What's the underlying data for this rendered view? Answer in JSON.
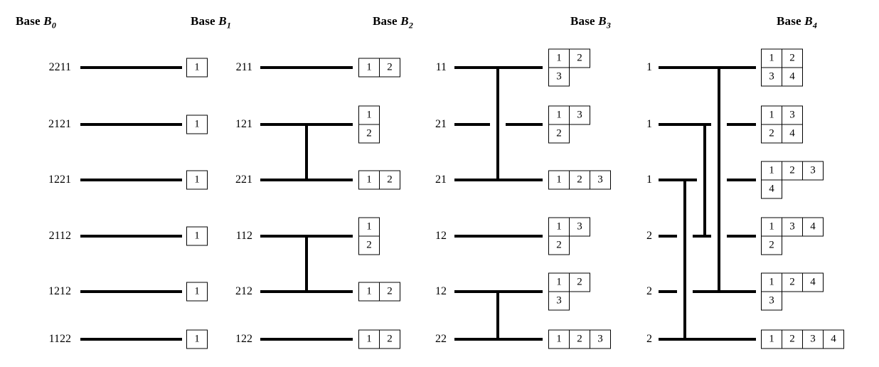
{
  "figure": {
    "type": "bratteli-diagram",
    "title": "",
    "background": "#ffffff",
    "line_color": "#000000",
    "columns": [
      {
        "id": "B0",
        "header_prefix": "Base",
        "header_var": "B",
        "header_sub": "0"
      },
      {
        "id": "B1",
        "header_prefix": "Base",
        "header_var": "B",
        "header_sub": "1"
      },
      {
        "id": "B2",
        "header_prefix": "Base",
        "header_var": "B",
        "header_sub": "2"
      },
      {
        "id": "B3",
        "header_prefix": "Base",
        "header_var": "B",
        "header_sub": "3"
      },
      {
        "id": "B4",
        "header_prefix": "Base",
        "header_var": "B",
        "header_sub": "4"
      }
    ]
  },
  "rows": {
    "count": 6,
    "y": [
      95,
      175,
      253,
      332,
      410,
      477
    ]
  },
  "columns_data": [
    {
      "id": "B0",
      "labels": [
        "2211",
        "2121",
        "1221",
        "2112",
        "1212",
        "1122"
      ],
      "tableaux": [
        {
          "rows": [
            [
              "1"
            ]
          ]
        },
        {
          "rows": [
            [
              "1"
            ]
          ]
        },
        {
          "rows": [
            [
              "1"
            ]
          ]
        },
        {
          "rows": [
            [
              "1"
            ]
          ]
        },
        {
          "rows": [
            [
              "1"
            ]
          ]
        },
        {
          "rows": [
            [
              "1"
            ]
          ]
        }
      ],
      "verticals": []
    },
    {
      "id": "B1",
      "labels": [
        "211",
        "121",
        "221",
        "112",
        "212",
        "122"
      ],
      "tableaux": [
        {
          "rows": [
            [
              "1",
              "2"
            ]
          ]
        },
        {
          "rows": [
            [
              "1"
            ],
            [
              "2"
            ]
          ]
        },
        {
          "rows": [
            [
              "1",
              "2"
            ]
          ]
        },
        {
          "rows": [
            [
              "1"
            ],
            [
              "2"
            ]
          ]
        },
        {
          "rows": [
            [
              "1",
              "2"
            ]
          ]
        },
        {
          "rows": [
            [
              "1",
              "2"
            ]
          ]
        }
      ],
      "verticals": [
        {
          "from_row": 2,
          "to_row": 3
        },
        {
          "from_row": 4,
          "to_row": 5
        }
      ]
    },
    {
      "id": "B2",
      "labels": [
        "11",
        "21",
        "21",
        "12",
        "12",
        "22"
      ],
      "tableaux": [
        {
          "rows": [
            [
              "1",
              "2"
            ],
            [
              "3"
            ]
          ]
        },
        {
          "rows": [
            [
              "1",
              "3"
            ],
            [
              "2"
            ]
          ]
        },
        {
          "rows": [
            [
              "1",
              "2",
              "3"
            ]
          ]
        },
        {
          "rows": [
            [
              "1",
              "3"
            ],
            [
              "2"
            ]
          ]
        },
        {
          "rows": [
            [
              "1",
              "2"
            ],
            [
              "3"
            ]
          ]
        },
        {
          "rows": [
            [
              "1",
              "2",
              "3"
            ]
          ]
        }
      ],
      "verticals": [
        {
          "from_row": 1,
          "to_row": 3
        },
        {
          "from_row": 5,
          "to_row": 6
        }
      ]
    },
    {
      "id": "B3",
      "labels": [
        "1",
        "1",
        "1",
        "2",
        "2",
        "2"
      ],
      "tableaux": [
        {
          "rows": [
            [
              "1",
              "2"
            ],
            [
              "3",
              "4"
            ]
          ]
        },
        {
          "rows": [
            [
              "1",
              "3"
            ],
            [
              "2",
              "4"
            ]
          ]
        },
        {
          "rows": [
            [
              "1",
              "2",
              "3"
            ],
            [
              "4"
            ]
          ]
        },
        {
          "rows": [
            [
              "1",
              "3",
              "4"
            ],
            [
              "2"
            ]
          ]
        },
        {
          "rows": [
            [
              "1",
              "2",
              "4"
            ],
            [
              "3"
            ]
          ]
        },
        {
          "rows": [
            [
              "1",
              "2",
              "3",
              "4"
            ]
          ]
        }
      ],
      "verticals": [
        {
          "from_row": 1,
          "to_row": 5
        },
        {
          "from_row": 2,
          "to_row": 4
        },
        {
          "from_row": 3,
          "to_row": 6
        }
      ]
    }
  ]
}
